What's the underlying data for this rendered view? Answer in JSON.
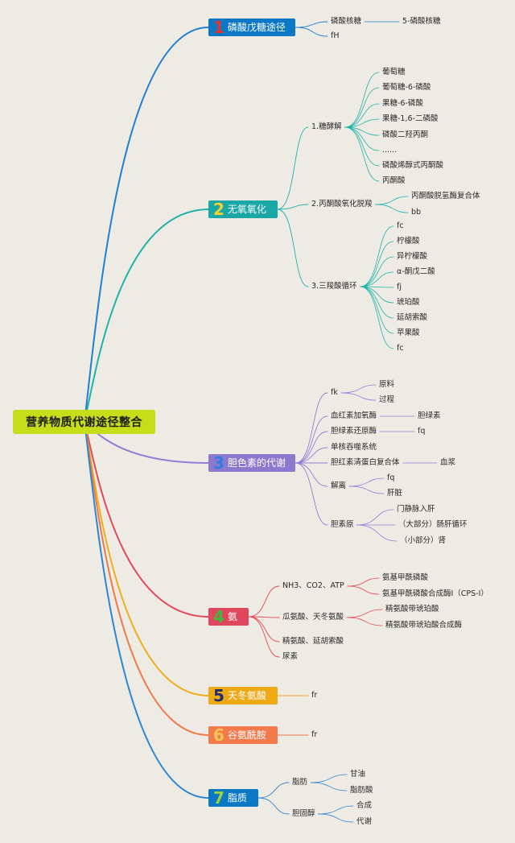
{
  "root": "营养物质代谢途径整合",
  "branches": [
    {
      "num": "1",
      "label": "磷酸戊糖途径",
      "bg": "#0b78c6",
      "numColor": "#e8322d",
      "line": "#1f7fd0",
      "children": [
        {
          "text": "磷酸核糖",
          "children": [
            {
              "text": "5-磷酸核糖"
            }
          ]
        },
        {
          "text": "fH"
        }
      ]
    },
    {
      "num": "2",
      "label": "无氧氧化",
      "bg": "#1aa7a7",
      "numColor": "#f2d230",
      "line": "#1fb3a8",
      "children": [
        {
          "text": "1.糖酵解",
          "children": [
            {
              "text": "葡萄糖"
            },
            {
              "text": "葡萄糖-6-磷酸"
            },
            {
              "text": "果糖-6-磷酸"
            },
            {
              "text": "果糖-1,6-二磷酸"
            },
            {
              "text": "磷酸二羟丙酮"
            },
            {
              "text": "......"
            },
            {
              "text": "磷酸烯醇式丙酮酸"
            },
            {
              "text": "丙酮酸"
            }
          ]
        },
        {
          "text": "2.丙酮酸氧化脱羧",
          "children": [
            {
              "text": "丙酮酸脱氢酶复合体"
            },
            {
              "text": "bb"
            }
          ]
        },
        {
          "text": "3.三羧酸循环",
          "children": [
            {
              "text": "fc"
            },
            {
              "text": "柠檬酸"
            },
            {
              "text": "异柠檬酸"
            },
            {
              "text": "α-酮戊二酸"
            },
            {
              "text": "fj"
            },
            {
              "text": "琥珀酸"
            },
            {
              "text": "延胡索酸"
            },
            {
              "text": "苹果酸"
            },
            {
              "text": "fc"
            }
          ]
        }
      ]
    },
    {
      "num": "3",
      "label": "胆色素的代谢",
      "bg": "#8a79cc",
      "numColor": "#2f7fe0",
      "line": "#8f7fd6",
      "children": [
        {
          "text": "fk",
          "children": [
            {
              "text": "原料"
            },
            {
              "text": "过程"
            }
          ]
        },
        {
          "text": "血红素加氧酶",
          "children": [
            {
              "text": "胆绿素"
            }
          ]
        },
        {
          "text": "胆绿素还原酶",
          "children": [
            {
              "text": "fq"
            }
          ]
        },
        {
          "text": "单核吞噬系统"
        },
        {
          "text": "胆红素清蛋白复合体",
          "children": [
            {
              "text": "血浆"
            }
          ]
        },
        {
          "text": "解离",
          "children": [
            {
              "text": "fq"
            },
            {
              "text": "肝脏"
            }
          ]
        },
        {
          "text": "胆素原",
          "children": [
            {
              "text": "门静脉入肝"
            },
            {
              "text": "（大部分）肠肝循环"
            },
            {
              "text": "（小部分）肾"
            }
          ]
        }
      ]
    },
    {
      "num": "4",
      "label": "氨",
      "bg": "#e0475d",
      "numColor": "#3dbd3d",
      "line": "#e24a58",
      "children": [
        {
          "text": "NH3、CO2、ATP",
          "children": [
            {
              "text": "氨基甲酰磷酸"
            },
            {
              "text": "氨基甲酰磷酸合成酶I（CPS-I）"
            }
          ]
        },
        {
          "text": "瓜氨酸、天冬氨酸",
          "children": [
            {
              "text": "精氨酸带琥珀酸"
            },
            {
              "text": "精氨酸带琥珀酸合成酶"
            }
          ]
        },
        {
          "text": "精氨酸、延胡索酸"
        },
        {
          "text": "尿素"
        }
      ]
    },
    {
      "num": "5",
      "label": "天冬氨酸",
      "bg": "#f0a916",
      "numColor": "#1f2f6e",
      "line": "#f0ad1c",
      "children": [
        {
          "text": "fr"
        }
      ]
    },
    {
      "num": "6",
      "label": "谷氨酰胺",
      "bg": "#f37a4a",
      "numColor": "#f5c55a",
      "line": "#f07848",
      "children": [
        {
          "text": "fr"
        }
      ]
    },
    {
      "num": "7",
      "label": "脂质",
      "bg": "#0b78c6",
      "numColor": "#9bd43a",
      "line": "#2d86d2",
      "children": [
        {
          "text": "脂肪",
          "children": [
            {
              "text": "甘油"
            },
            {
              "text": "脂肪酸"
            }
          ]
        },
        {
          "text": "胆固醇",
          "children": [
            {
              "text": "合成"
            },
            {
              "text": "代谢"
            }
          ]
        }
      ]
    }
  ]
}
